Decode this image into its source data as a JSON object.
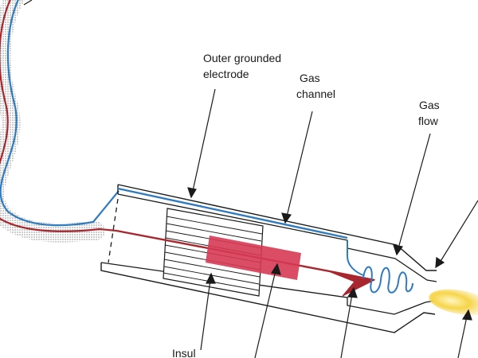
{
  "labels": {
    "outer_electrode_line1": "Outer grounded",
    "outer_electrode_line2": "electrode",
    "gas_channel_line1": "Gas",
    "gas_channel_line2": "channel",
    "gas_flow_line1": "Gas",
    "gas_flow_line2": "flow",
    "insulator_partial": "Insul"
  },
  "colors": {
    "outline": "#1a1a1a",
    "ground_wire": "#2f7bbf",
    "hv_wire": "#a8262d",
    "electrode_block": "#d63a54",
    "plasma_plume": "#f6d54a",
    "cable_shadow": "#9c9c9c"
  }
}
